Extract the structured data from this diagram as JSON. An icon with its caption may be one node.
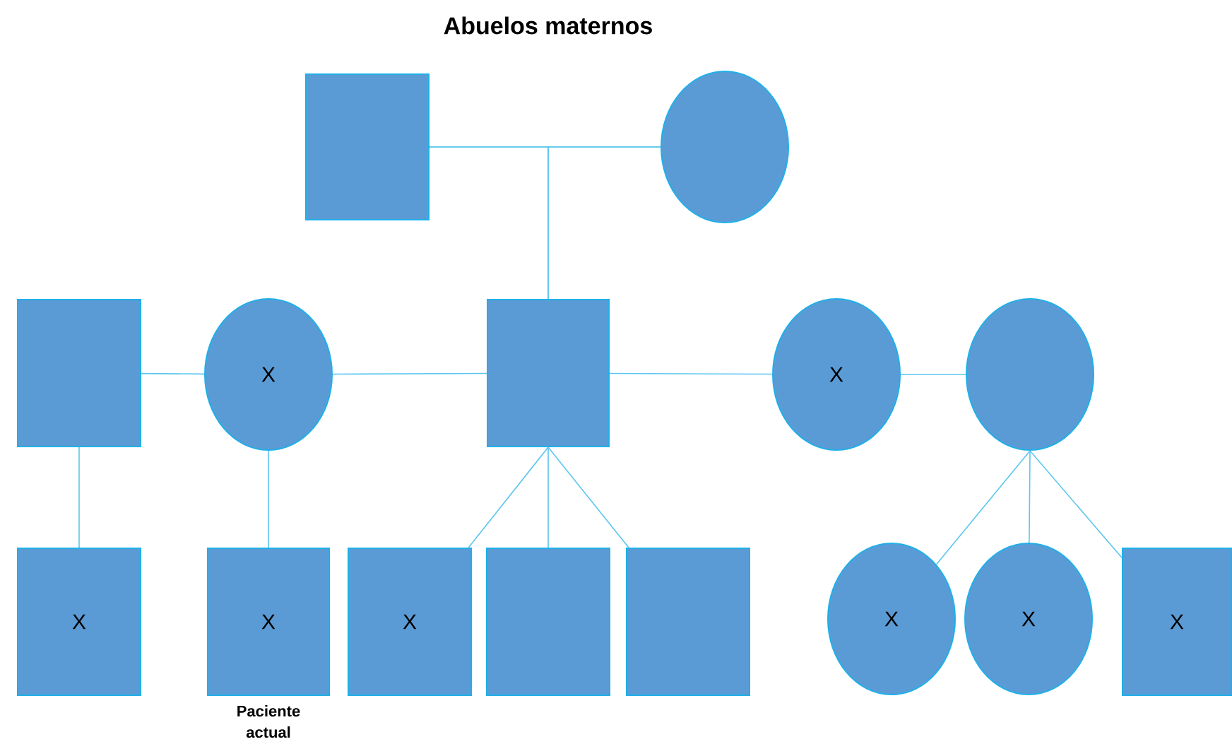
{
  "diagram": {
    "title": "Abuelos maternos",
    "nodes": [
      {
        "text": [],
        "shape": "box"
      },
      {
        "text": [],
        "shape": "circle"
      },
      {
        "text": [],
        "shape": "box"
      },
      {
        "text": [
          "X"
        ]
      },
      {
        "text": [],
        "shape": "box"
      },
      {
        "text": [
          "X"
        ]
      },
      {
        "text": [],
        "shape": "circle"
      },
      {
        "text": [
          "X"
        ]
      },
      {
        "text": [
          "X"
        ],
        "beside": [
          "Paciente actual"
        ]
      },
      {
        "text": [
          "X"
        ]
      },
      {
        "text": [],
        "shape": "box"
      },
      {
        "text": [],
        "shape": "box"
      },
      {
        "text": [
          "X"
        ]
      },
      {
        "text": [
          "X"
        ]
      },
      {
        "text": [
          "X"
        ]
      }
    ],
    "edges": [
      {
        "from": 0,
        "to": 1,
        "arrow": "none"
      },
      {
        "from": 0,
        "to": 4,
        "arrow": "none"
      },
      {
        "from": 1,
        "to": 4,
        "arrow": "none"
      },
      {
        "from": 2,
        "to": 3,
        "arrow": "none"
      },
      {
        "from": 3,
        "to": 4,
        "arrow": "none"
      },
      {
        "from": 4,
        "to": 5,
        "arrow": "none"
      },
      {
        "from": 5,
        "to": 6,
        "arrow": "none"
      },
      {
        "from": 2,
        "to": 7,
        "arrow": "none"
      },
      {
        "from": 3,
        "to": 8,
        "arrow": "none"
      },
      {
        "from": 4,
        "to": 9,
        "arrow": "none"
      },
      {
        "from": 4,
        "to": 10,
        "arrow": "none"
      },
      {
        "from": 4,
        "to": 11,
        "arrow": "none"
      },
      {
        "from": 6,
        "to": 12,
        "arrow": "none"
      },
      {
        "from": 6,
        "to": 13,
        "arrow": "none"
      },
      {
        "from": 6,
        "to": 14,
        "arrow": "none"
      }
    ]
  }
}
